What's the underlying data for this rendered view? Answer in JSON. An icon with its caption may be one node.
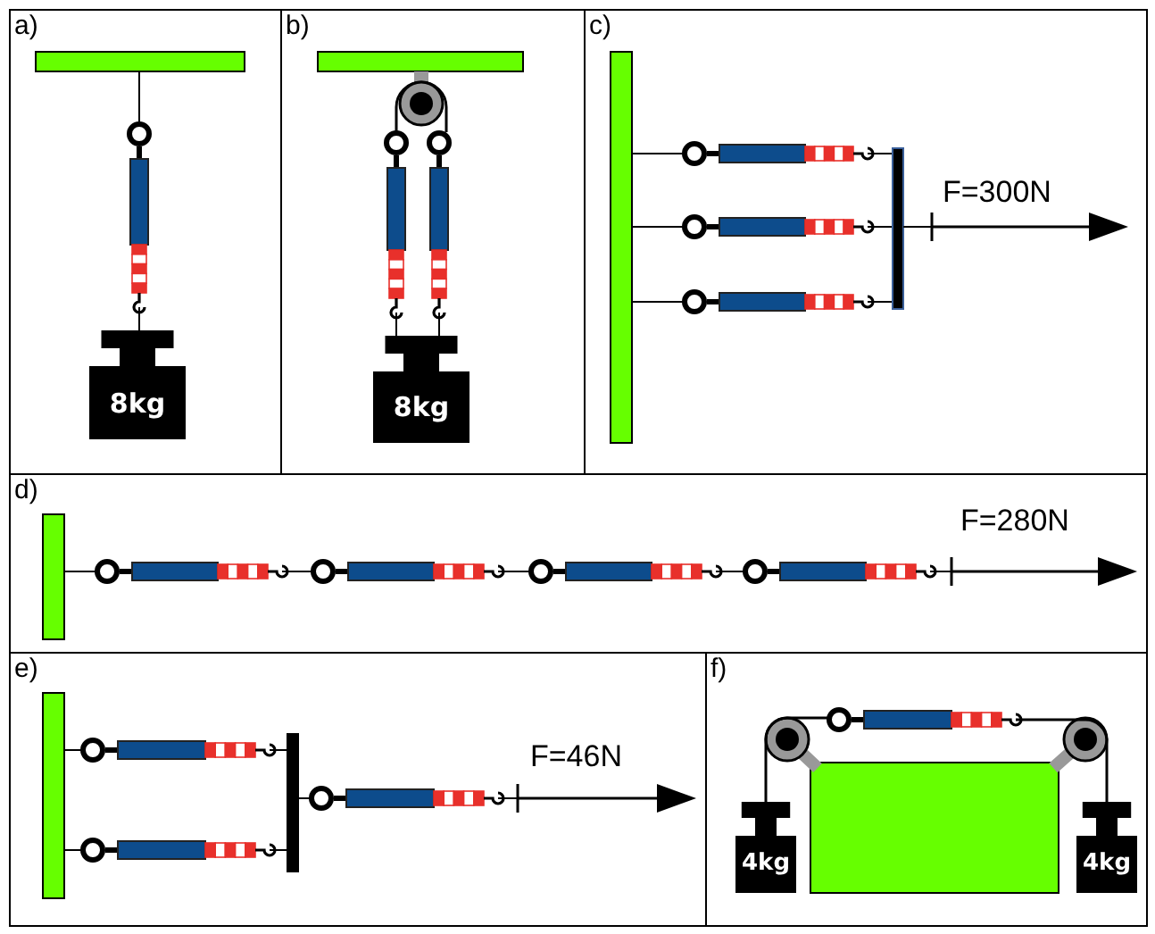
{
  "diagram": {
    "nodes": [
      {
        "text": [
          "a)"
        ]
      },
      {
        "text": [
          "8kg"
        ],
        "in": 0
      },
      {
        "text": [
          "b)"
        ]
      },
      {
        "text": [
          "8kg"
        ],
        "in": 2
      },
      {
        "text": [
          "c)"
        ]
      },
      {
        "text": [
          "d)"
        ]
      },
      {
        "text": [
          "e)"
        ]
      },
      {
        "text": [
          "f)"
        ]
      },
      {
        "text": [
          "4kg"
        ],
        "in": 7
      },
      {
        "text": [
          "4kg"
        ],
        "in": 7
      }
    ],
    "labels": [
      "F=300N",
      "F=280N",
      "F=46N"
    ]
  }
}
